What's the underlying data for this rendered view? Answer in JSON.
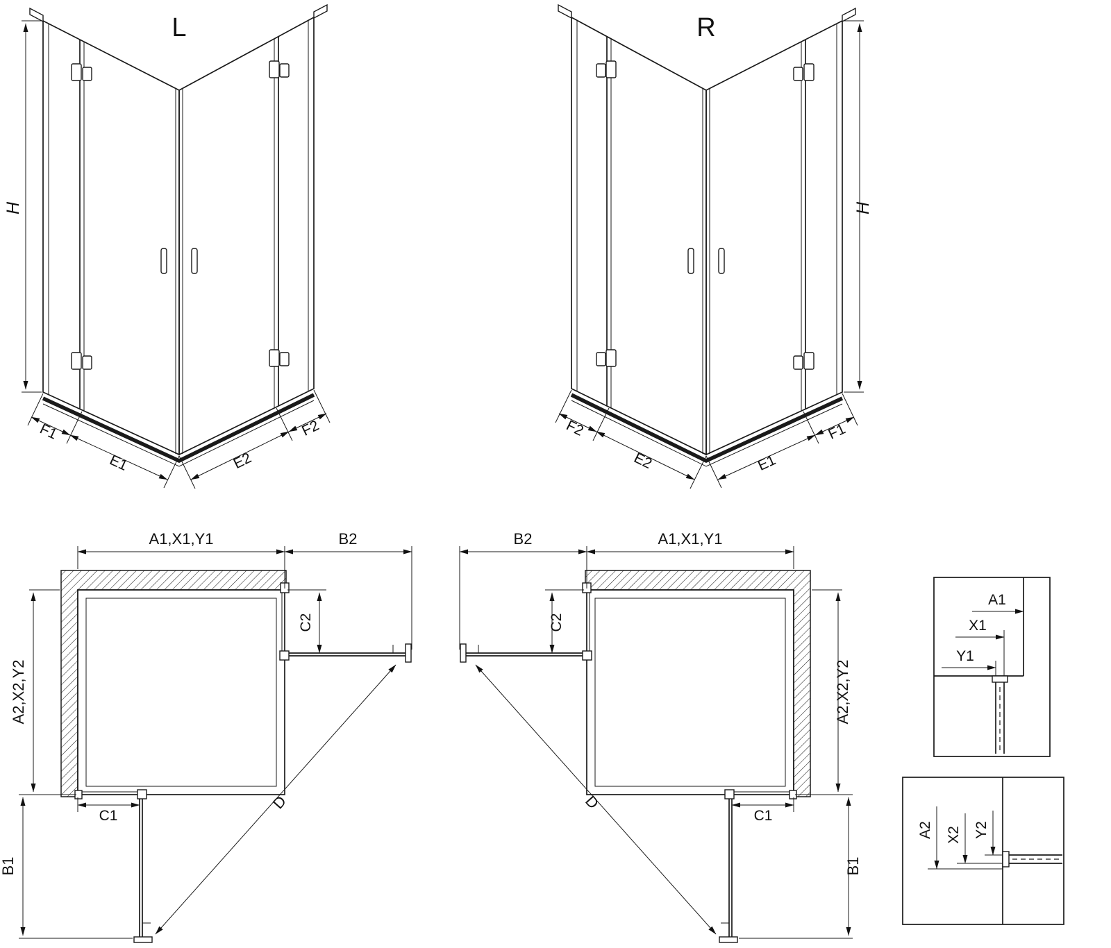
{
  "page": {
    "background": "#ffffff",
    "line_color": "#1a1a1a"
  },
  "iso_left": {
    "title": "L",
    "height": "H",
    "f1": "F1",
    "e1": "E1",
    "e2": "E2",
    "f2": "F2"
  },
  "iso_right": {
    "title": "R",
    "height": "H",
    "f1": "F1",
    "e1": "E1",
    "e2": "E2",
    "f2": "F2"
  },
  "plan_left": {
    "top_width": "A1,X1,Y1",
    "b2": "B2",
    "c2": "C2",
    "side_depth": "A2,X2,Y2",
    "c1": "C1",
    "b1": "B1",
    "d": "D"
  },
  "plan_right": {
    "top_width": "A1,X1,Y1",
    "b2": "B2",
    "c2": "C2",
    "side_depth": "A2,X2,Y2",
    "c1": "C1",
    "b1": "B1",
    "d": "D"
  },
  "detail_top": {
    "a1": "A1",
    "x1": "X1",
    "y1": "Y1"
  },
  "detail_bottom": {
    "a2": "A2",
    "x2": "X2",
    "y2": "Y2"
  }
}
